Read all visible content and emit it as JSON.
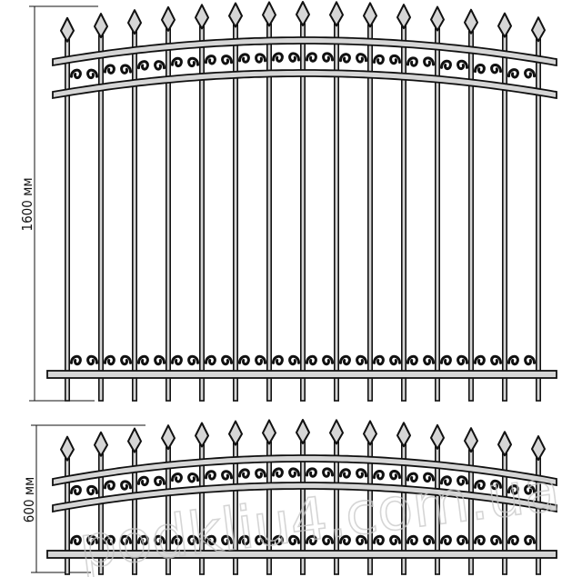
{
  "dimensions": {
    "tall_label": "1600 мм",
    "short_label": "600 мм"
  },
  "watermark": "podkliu4.com.ua",
  "colors": {
    "ink": "#111111",
    "rail_fill": "#d6d6d6",
    "spike_fill": "#d6d6d6",
    "background": "#ffffff"
  }
}
